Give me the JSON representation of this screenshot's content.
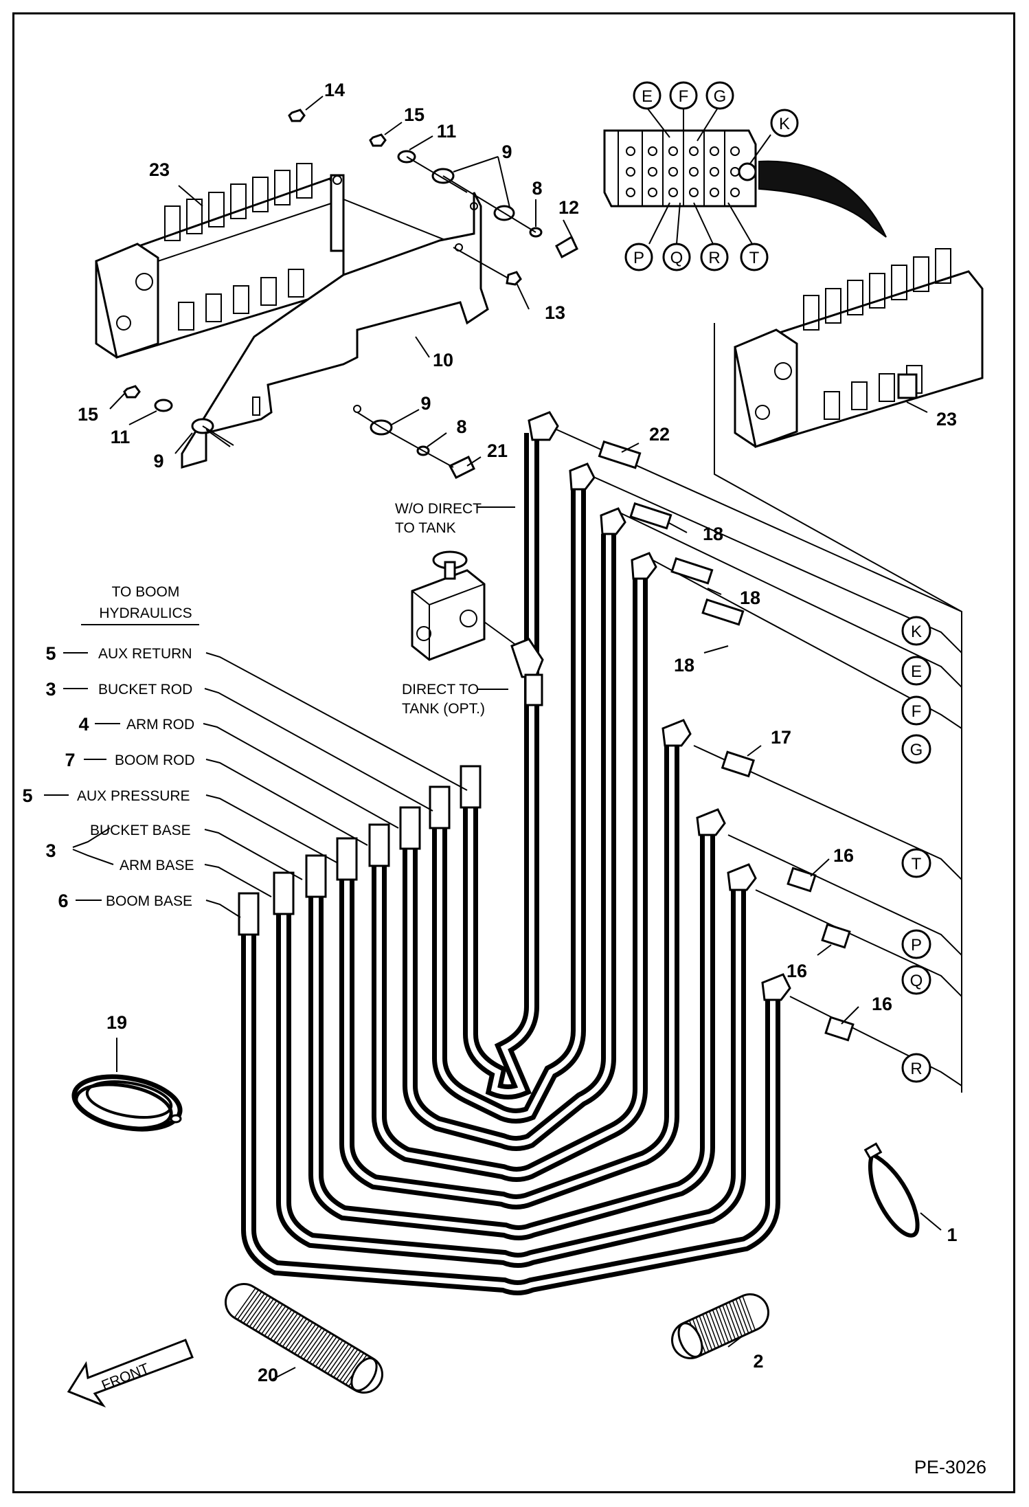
{
  "document": {
    "code": "PE-3026",
    "front_label": "FRONT"
  },
  "callouts": {
    "n1": "1",
    "n2": "2",
    "n3a": "3",
    "n3b": "3",
    "n4": "4",
    "n5a": "5",
    "n5b": "5",
    "n6": "6",
    "n7": "7",
    "n8a": "8",
    "n8b": "8",
    "n9a": "9",
    "n9b": "9",
    "n9c": "9",
    "n10": "10",
    "n11a": "11",
    "n11b": "11",
    "n12": "12",
    "n13": "13",
    "n14": "14",
    "n15a": "15",
    "n15b": "15",
    "n16a": "16",
    "n16b": "16",
    "n16c": "16",
    "n17": "17",
    "n18a": "18",
    "n18b": "18",
    "n18c": "18",
    "n19": "19",
    "n20": "20",
    "n21": "21",
    "n22": "22",
    "n23a": "23",
    "n23b": "23"
  },
  "ports": {
    "top_row": [
      "E",
      "F",
      "G"
    ],
    "top_right": "K",
    "bottom_row": [
      "P",
      "Q",
      "R",
      "T"
    ],
    "right_column": [
      "K",
      "E",
      "F",
      "G",
      "T",
      "P",
      "Q",
      "R"
    ]
  },
  "notes": {
    "to_boom_line1": "TO BOOM",
    "to_boom_line2": "HYDRAULICS",
    "wo_direct_line1": "W/O DIRECT",
    "wo_direct_line2": "TO TANK",
    "direct_line1": "DIRECT TO",
    "direct_line2": "TANK (OPT.)"
  },
  "hose_labels": [
    {
      "num": "5",
      "text": "AUX RETURN"
    },
    {
      "num": "3",
      "text": "BUCKET ROD"
    },
    {
      "num": "4",
      "text": "ARM ROD"
    },
    {
      "num": "7",
      "text": "BOOM ROD"
    },
    {
      "num": "5",
      "text": "AUX PRESSURE"
    },
    {
      "num": "",
      "text": "BUCKET BASE"
    },
    {
      "num": "",
      "text": "ARM BASE"
    },
    {
      "num": "6",
      "text": "BOOM BASE"
    }
  ]
}
